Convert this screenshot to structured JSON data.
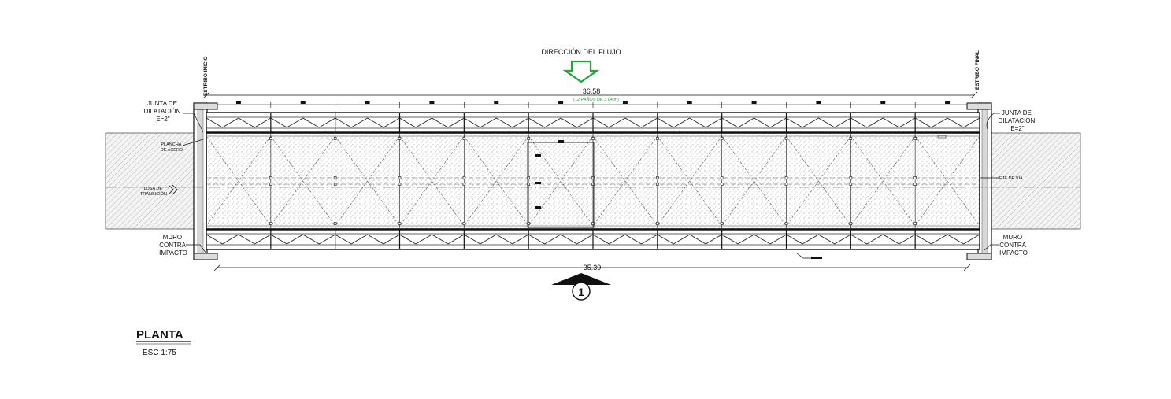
{
  "drawing": {
    "flow_label": "DIRECCIÓN DEL FLUJO",
    "top_dimension": "36.58",
    "top_dimension_note": "(12 PAÑOS DE 3.04 m)",
    "bottom_dimension": "35.39",
    "left_joint": [
      "JUNTA DE",
      "DILATACIÓN",
      "E=2\""
    ],
    "right_joint": [
      "JUNTA DE",
      "DILATACIÓN",
      "E=2\""
    ],
    "left_wall": [
      "MURO",
      "CONTRA",
      "IMPACTO"
    ],
    "right_wall": [
      "MURO",
      "CONTRA",
      "IMPACTO"
    ],
    "steel_plate": [
      "PLANCHA",
      "DE ACERO"
    ],
    "transit_slab": [
      "LOSA DE",
      "TRANSICIÓN"
    ],
    "road_axis": "EJE DE VÍA",
    "start_abutment": "ESTRIBO INICIO",
    "end_abutment": "ESTRIBO FINAL",
    "section_marker": "1",
    "title": "PLANTA",
    "scale": "ESC  1:75",
    "panel_count": 12,
    "colors": {
      "flow_arrow": "#21a53a",
      "dimension_note": "#21a53a",
      "ink": "#111111"
    }
  }
}
